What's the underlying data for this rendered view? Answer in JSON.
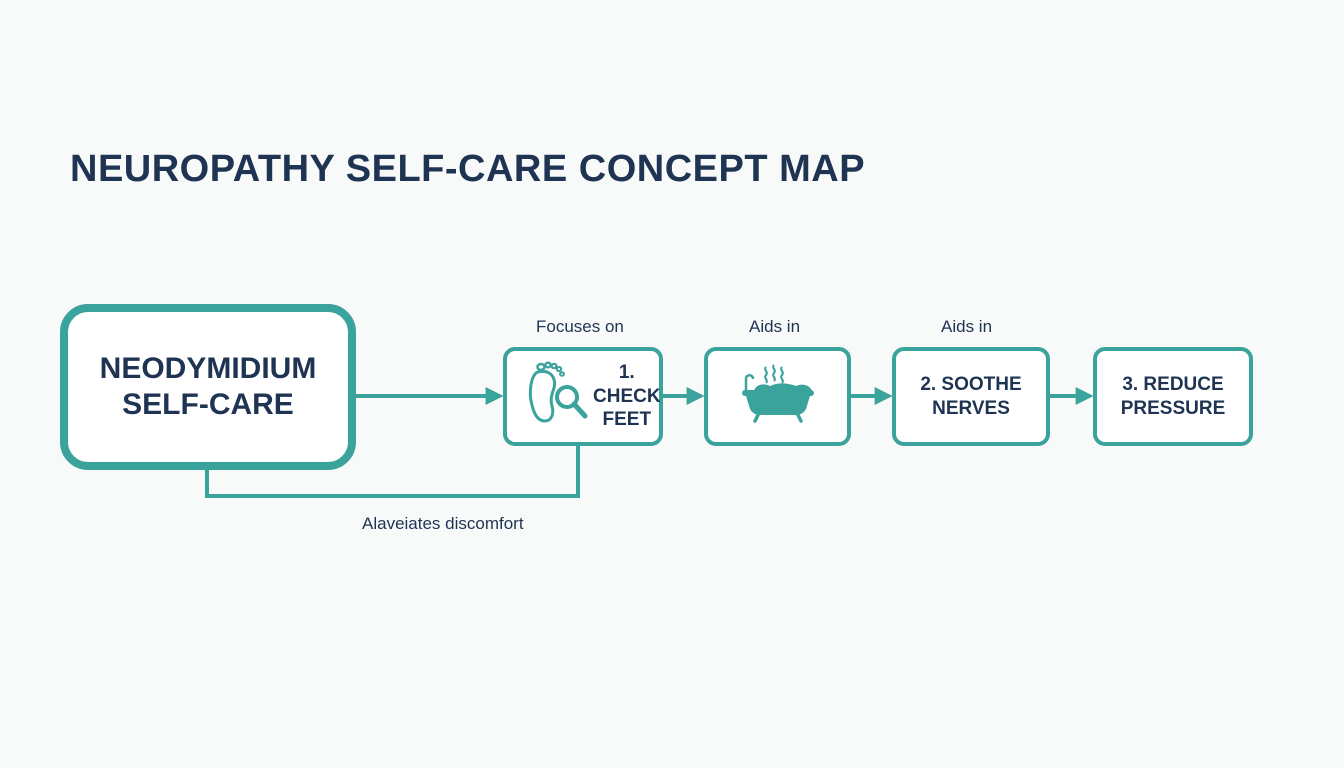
{
  "title": "NEUROPATHY SELF-CARE CONCEPT MAP",
  "colors": {
    "accent": "#3aa39c",
    "text": "#1f3352",
    "background": "#f8f9f9"
  },
  "nodes": {
    "main": {
      "line1": "NEODYMIDIUM",
      "line2": "SELF-CARE"
    },
    "check": {
      "line1": "1. CHECK",
      "line2": "FEET",
      "icon": "foot-magnifier-icon"
    },
    "bath": {
      "icon": "bathtub-icon"
    },
    "soothe": {
      "line1": "2. SOOTHE",
      "line2": "NERVES"
    },
    "reduce": {
      "line1": "3. REDUCE",
      "line2": "PRESSURE"
    }
  },
  "edge_labels": {
    "focus": "Focuses on",
    "aids1": "Aids in",
    "aids2": "Aids in",
    "alleviate": "Alaveiates discomfort"
  }
}
